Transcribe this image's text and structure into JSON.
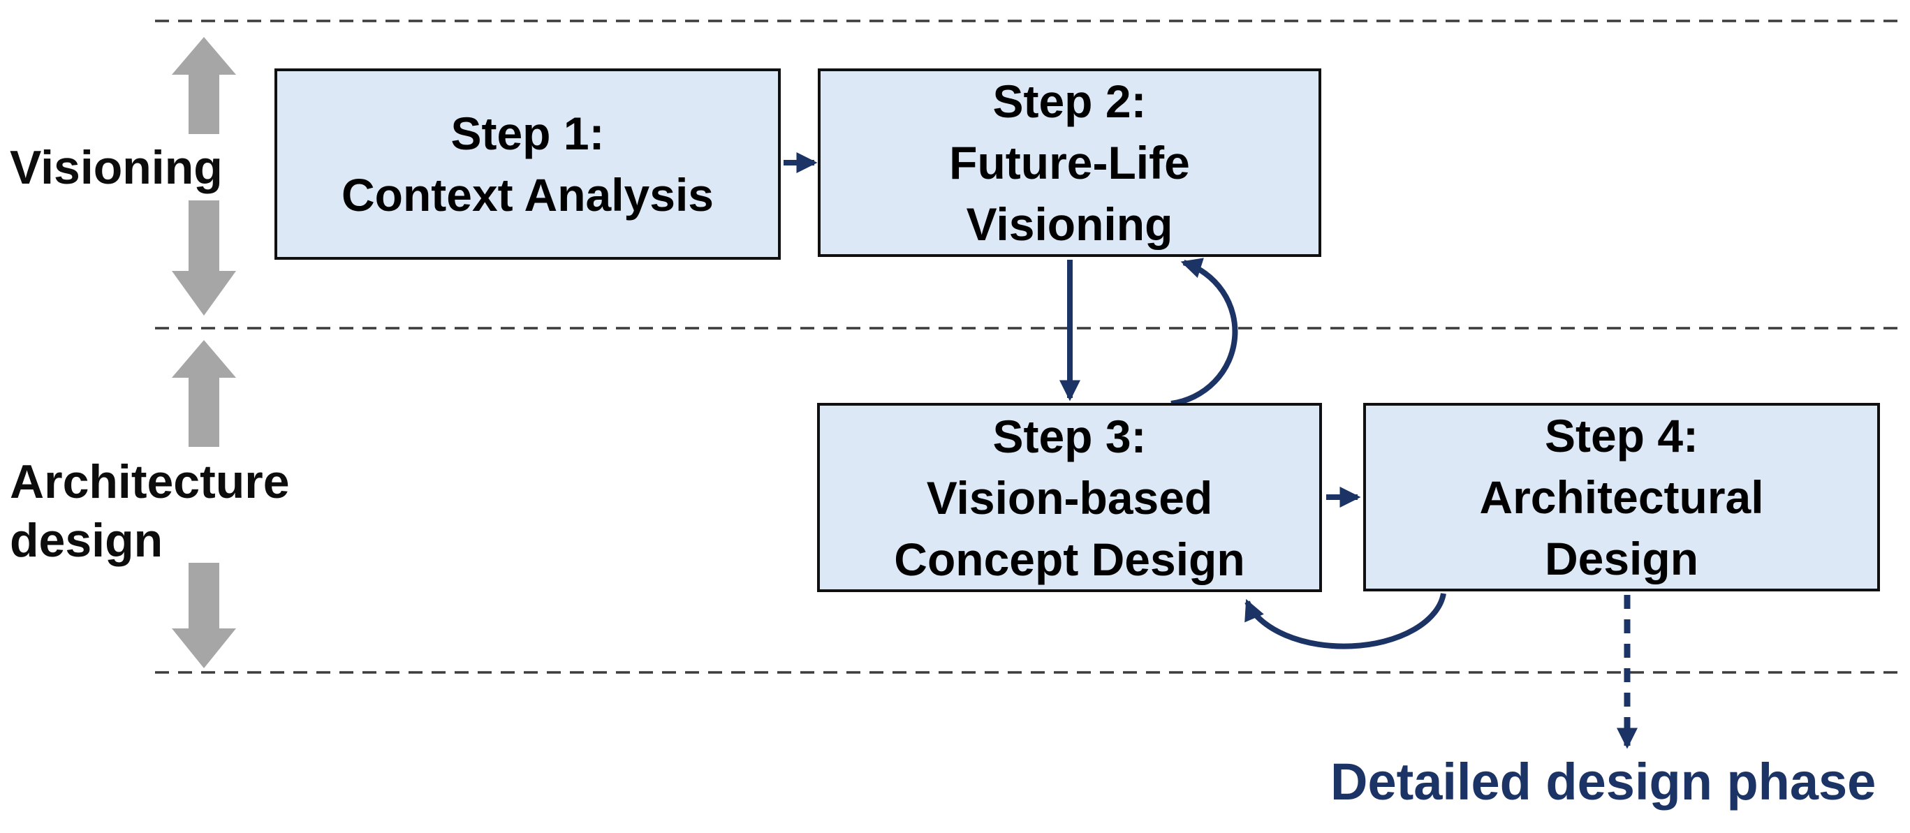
{
  "phases": [
    {
      "name": "visioning",
      "lines": [
        "Visioning"
      ]
    },
    {
      "name": "architecture-design",
      "lines": [
        "Architecture",
        "design"
      ]
    }
  ],
  "steps": [
    {
      "name": "step-1",
      "lines": [
        "Step 1:",
        "Context Analysis"
      ]
    },
    {
      "name": "step-2",
      "lines": [
        "Step 2:",
        "Future-Life",
        "Visioning"
      ]
    },
    {
      "name": "step-3",
      "lines": [
        "Step 3:",
        "Vision-based",
        "Concept Design"
      ]
    },
    {
      "name": "step-4",
      "lines": [
        "Step 4:",
        "Architectural",
        "Design"
      ]
    }
  ],
  "outcome_label": "Detailed design phase",
  "connectors": [
    {
      "name": "arrow-step1-to-step2",
      "type": "solid-right-arrow"
    },
    {
      "name": "arrow-step2-to-step3",
      "type": "solid-down-arrow"
    },
    {
      "name": "feedback-arc-step3-to-step2",
      "type": "curved-arrow-up"
    },
    {
      "name": "arrow-step3-to-step4",
      "type": "solid-right-arrow"
    },
    {
      "name": "feedback-arc-step4-to-step3",
      "type": "curved-arrow-left"
    },
    {
      "name": "dashed-arrow-step4-to-detailed-design",
      "type": "dashed-down-arrow"
    },
    {
      "name": "phase-span-arrow-visioning",
      "type": "gray-double-vertical-arrow"
    },
    {
      "name": "phase-span-arrow-architecture",
      "type": "gray-double-vertical-arrow"
    }
  ],
  "colors": {
    "navy": "#1b3365",
    "box_fill": "#dce8f5",
    "box_border": "#101010",
    "gray_arrow": "#a6a6a6",
    "dashed_line": "#3c3c3c",
    "text_black": "#000000"
  }
}
